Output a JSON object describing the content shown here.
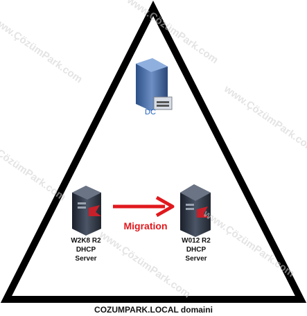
{
  "diagram": {
    "caption": "COZUMPARK.LOCAL domaini",
    "nodes": {
      "dc": {
        "label": "DC",
        "icon": "domain-controller-server-icon"
      },
      "source": {
        "label_lines": [
          "W2K8 R2",
          "DHCP",
          "Server"
        ],
        "icon": "dhcp-server-icon"
      },
      "target": {
        "label_lines": [
          "W012 R2",
          "DHCP",
          "Server"
        ],
        "icon": "dhcp-server-icon"
      }
    },
    "edge": {
      "label": "Migration",
      "from": "source",
      "to": "target",
      "color": "#e0191e"
    },
    "watermark": "www.ÇözümPark.com",
    "colors": {
      "border": "#000000",
      "arrow": "#e0191e",
      "dc_label": "#1f5fbf"
    }
  }
}
